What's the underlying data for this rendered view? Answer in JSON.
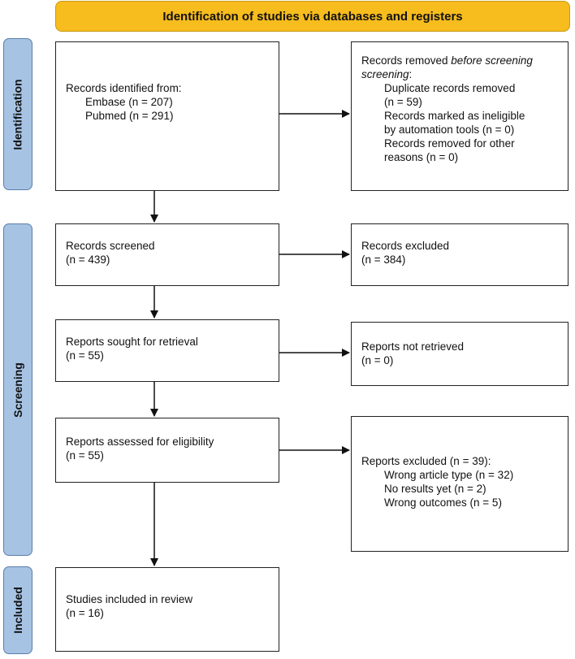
{
  "header": {
    "title": "Identification of studies via databases and registers"
  },
  "phases": {
    "identification": "Identification",
    "screening": "Screening",
    "included": "Included"
  },
  "boxes": {
    "records_identified": {
      "title": "Records identified from:",
      "items": [
        "Embase (n = 207)",
        "Pubmed (n = 291)"
      ]
    },
    "records_removed": {
      "title_plain": "Records removed ",
      "title_italic": "before screening",
      "title_suffix": ":",
      "items": [
        "Duplicate records removed",
        "(n = 59)",
        "Records marked as ineligible",
        "by automation tools (n = 0)",
        "Records removed for other",
        "reasons (n = 0)"
      ]
    },
    "records_screened": {
      "title": "Records screened",
      "count": "(n = 439)"
    },
    "records_excluded": {
      "title": "Records excluded",
      "count": "(n = 384)"
    },
    "reports_sought": {
      "title": "Reports sought for retrieval",
      "count": "(n = 55)"
    },
    "reports_not_retrieved": {
      "title": "Reports not retrieved",
      "count": "(n = 0)"
    },
    "reports_assessed": {
      "title": "Reports assessed for eligibility",
      "count": "(n = 55)"
    },
    "reports_excluded": {
      "title": "Reports excluded (n = 39):",
      "items": [
        "Wrong article type (n = 32)",
        "No results yet (n = 2)",
        "Wrong outcomes (n = 5)"
      ]
    },
    "studies_included": {
      "title": "Studies included in review",
      "count": "(n = 16)"
    }
  }
}
